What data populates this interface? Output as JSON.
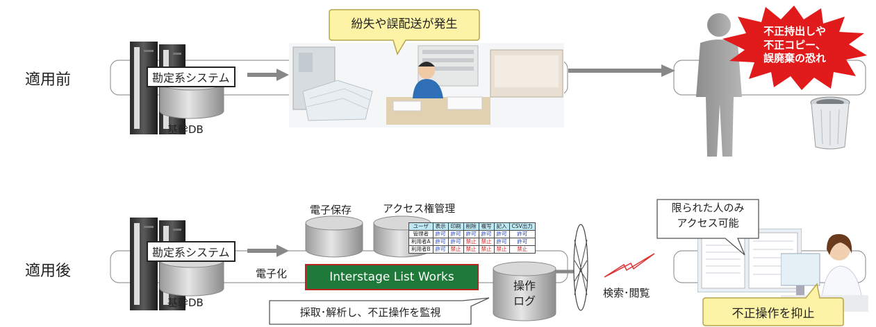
{
  "before": {
    "row_label": "適用前",
    "system_label": "勘定系システム",
    "db_label": "基幹DB",
    "bubble": "紛失や誤配送が発生",
    "warning": [
      "不正持出しや",
      "不正コピー、",
      "誤廃棄の恐れ"
    ]
  },
  "after": {
    "row_label": "適用後",
    "system_label": "勘定系システム",
    "db_label": "基幹DB",
    "digitize_label": "電子化",
    "storage_label": "電子保存",
    "access_label": "アクセス権管理",
    "product_label": "Interstage List Works",
    "log_label": [
      "操作",
      "ログ"
    ],
    "monitor_label": "採取･解析し、不正操作を監視",
    "search_label": "検索･閲覧",
    "limited_label": [
      "限られた人のみ",
      "アクセス可能"
    ],
    "prevent_label": "不正操作を抑止",
    "acl_table": {
      "header": [
        "ユーザ",
        "表示",
        "印刷",
        "削除",
        "複写",
        "記入",
        "CSV出力"
      ],
      "rows": [
        {
          "user": "管理者",
          "cells": [
            "許可",
            "許可",
            "許可",
            "許可",
            "許可",
            "許可"
          ]
        },
        {
          "user": "利用者A",
          "cells": [
            "許可",
            "許可",
            "禁止",
            "禁止",
            "許可",
            "許可"
          ]
        },
        {
          "user": "利用者B",
          "cells": [
            "許可",
            "禁止",
            "禁止",
            "禁止",
            "禁止",
            "禁止"
          ]
        }
      ]
    }
  },
  "colors": {
    "product_bg": "#1f7a3a",
    "product_border": "#bb2222",
    "warning_red": "#e11b1b",
    "allow": "#1a3fd0",
    "deny": "#d01a1a",
    "callout_yellow": "#fdf3a6"
  }
}
